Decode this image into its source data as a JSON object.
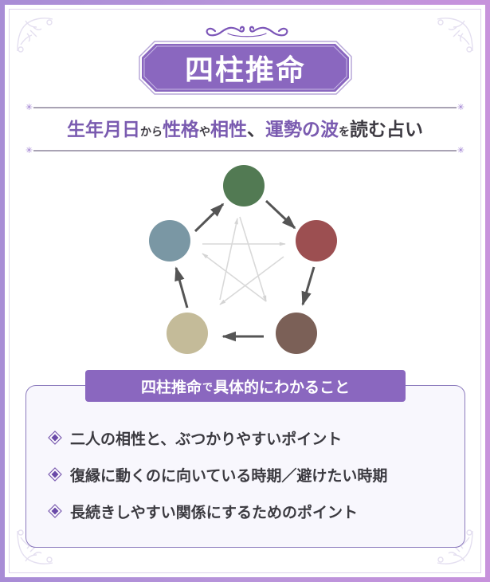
{
  "header": {
    "title": "四柱推命",
    "subtitle_segments": [
      {
        "text": "生年月日",
        "size": "big",
        "color": "purple"
      },
      {
        "text": "から",
        "size": "small",
        "color": "dark"
      },
      {
        "text": "性格",
        "size": "big",
        "color": "purple"
      },
      {
        "text": "や",
        "size": "small",
        "color": "dark"
      },
      {
        "text": "相性",
        "size": "big",
        "color": "purple"
      },
      {
        "text": "、",
        "size": "big",
        "color": "dark"
      },
      {
        "text": "運勢の波",
        "size": "big",
        "color": "purple"
      },
      {
        "text": "を",
        "size": "small",
        "color": "dark"
      },
      {
        "text": "読む占い",
        "size": "big",
        "color": "dark"
      }
    ]
  },
  "diagram": {
    "type": "five-elements-cycle",
    "nodes": [
      {
        "position": "top",
        "color": "#527a53"
      },
      {
        "position": "right",
        "color": "#9c4f51"
      },
      {
        "position": "bottom-right",
        "color": "#7b6057"
      },
      {
        "position": "bottom-left",
        "color": "#c4bb99"
      },
      {
        "position": "left",
        "color": "#7a97a4"
      }
    ],
    "cycle_arrow_color": "#555555",
    "star_arrow_color": "#d4d4d4"
  },
  "info": {
    "label_segments": [
      {
        "text": "四柱推命",
        "size": "big"
      },
      {
        "text": "で",
        "size": "small"
      },
      {
        "text": "具体的にわかること",
        "size": "big"
      }
    ],
    "points": [
      "二人の相性と、ぶつかりやすいポイント",
      "復縁に動くのに向いている時期／避けたい時期",
      "長続きしやすい関係にするためのポイント"
    ]
  },
  "colors": {
    "accent_purple": "#8a67bf",
    "text_purple": "#7a5bb0",
    "text_dark": "#3b3a40",
    "border_gradient_left": "#a88cd6",
    "border_gradient_right": "#c792dc"
  }
}
